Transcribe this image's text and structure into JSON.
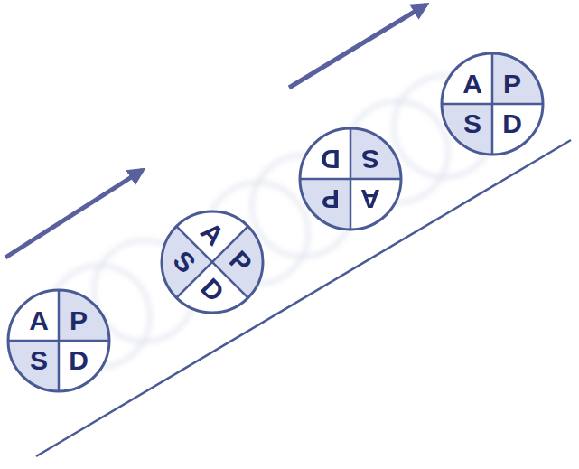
{
  "diagram": {
    "nodes": [
      {
        "text": [
          "A",
          "P",
          "S",
          "D"
        ]
      },
      {
        "text": [
          "A",
          "P",
          "S",
          "D"
        ]
      },
      {
        "text": [
          "A",
          "P",
          "S",
          "D"
        ]
      },
      {
        "text": [
          "A",
          "P",
          "S",
          "D"
        ]
      }
    ]
  }
}
